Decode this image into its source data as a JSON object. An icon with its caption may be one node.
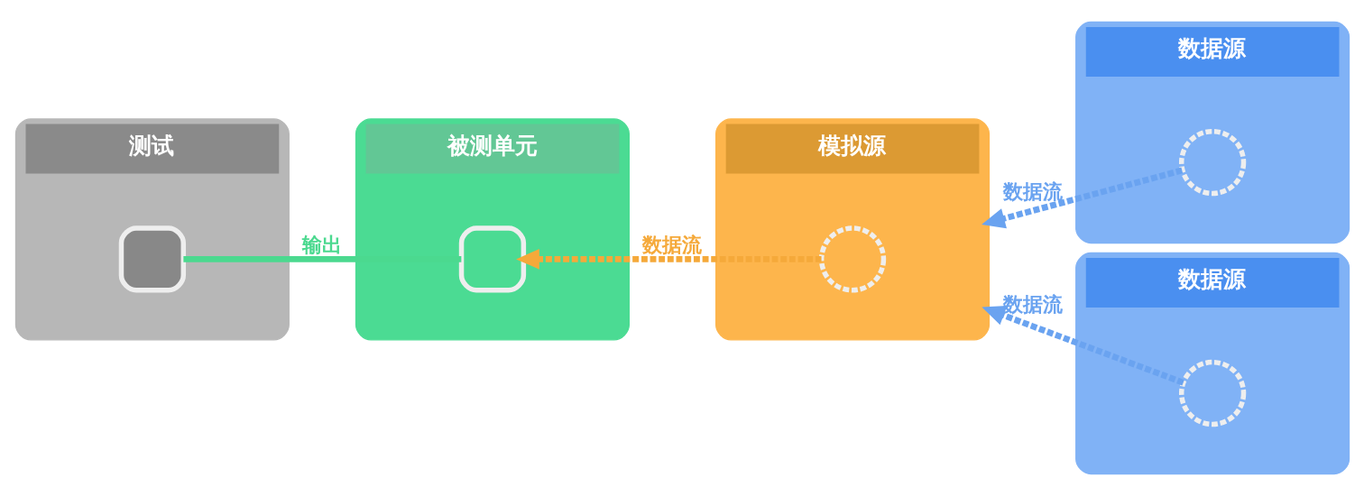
{
  "diagram": {
    "nodes": [
      {
        "text": [
          "测试"
        ]
      },
      {
        "text": [],
        "shape": "semicircle",
        "in": 0
      },
      {
        "text": [
          "被测单元"
        ]
      },
      {
        "text": [],
        "shape": "box",
        "in": 2
      },
      {
        "text": [
          "模拟源"
        ]
      },
      {
        "text": [],
        "shape": "circle",
        "in": 4
      },
      {
        "text": [
          "数据源"
        ]
      },
      {
        "text": [],
        "shape": "circle",
        "in": 6
      },
      {
        "text": [
          "数据源"
        ]
      },
      {
        "text": [],
        "shape": "circle",
        "in": 8
      }
    ],
    "edges": [
      {
        "from": 3,
        "to": 1,
        "arrow": "none",
        "label": "输出",
        "color": "#4bd98f"
      },
      {
        "from": 5,
        "to": 3,
        "arrow": "to",
        "label": "数据流",
        "style": "dashed",
        "color": "#f5a93a"
      },
      {
        "from": 7,
        "to": 4,
        "arrow": "to",
        "label": "数据流",
        "style": "dashed",
        "color": "#6aa3f0"
      },
      {
        "from": 9,
        "to": 4,
        "arrow": "to",
        "label": "数据流",
        "style": "dashed",
        "color": "#6aa3f0"
      }
    ]
  }
}
